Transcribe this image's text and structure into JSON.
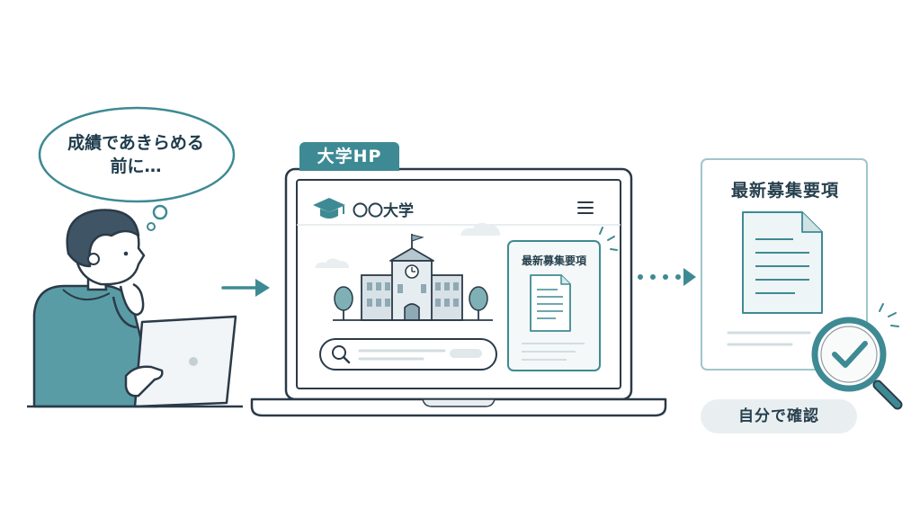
{
  "speech_bubble": {
    "line1": "成績であきらめる",
    "line2": "前に…"
  },
  "laptop": {
    "tab_label": "大学HP",
    "site_name": "〇〇大学",
    "announcement_card_title": "最新募集要項"
  },
  "document": {
    "title": "最新募集要項"
  },
  "confirm_label": "自分で確認",
  "colors": {
    "teal": "#3e8a94",
    "dark": "#2b3a48",
    "light_gray": "#e9eff1",
    "hoodie": "#5a9ca5"
  }
}
